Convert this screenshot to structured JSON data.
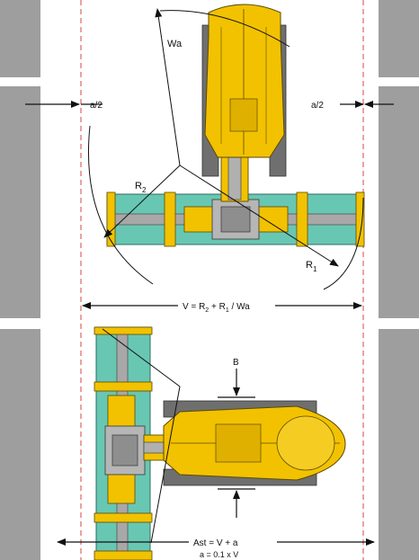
{
  "labels": {
    "wa": "Wa",
    "a_half_left": "a/2",
    "a_half_right": "a/2",
    "r2_main": "R",
    "r2_sub": "2",
    "r1_main": "R",
    "r1_sub": "1",
    "v_formula_a": "V = R",
    "v_formula_sub1": "2",
    "v_formula_b": " + R",
    "v_formula_sub2": "1",
    "v_formula_c": " / Wa",
    "b": "B",
    "ast_formula": "Ast = V + a",
    "a_formula": "a = 0.1 x V"
  },
  "colors": {
    "machine_yellow": "#f2c200",
    "machine_outline": "#5a4a00",
    "pad_teal": "#67c9b3",
    "steel_gray": "#a9a9a9",
    "wall_gray": "#999999",
    "guide_red": "#e06060"
  }
}
